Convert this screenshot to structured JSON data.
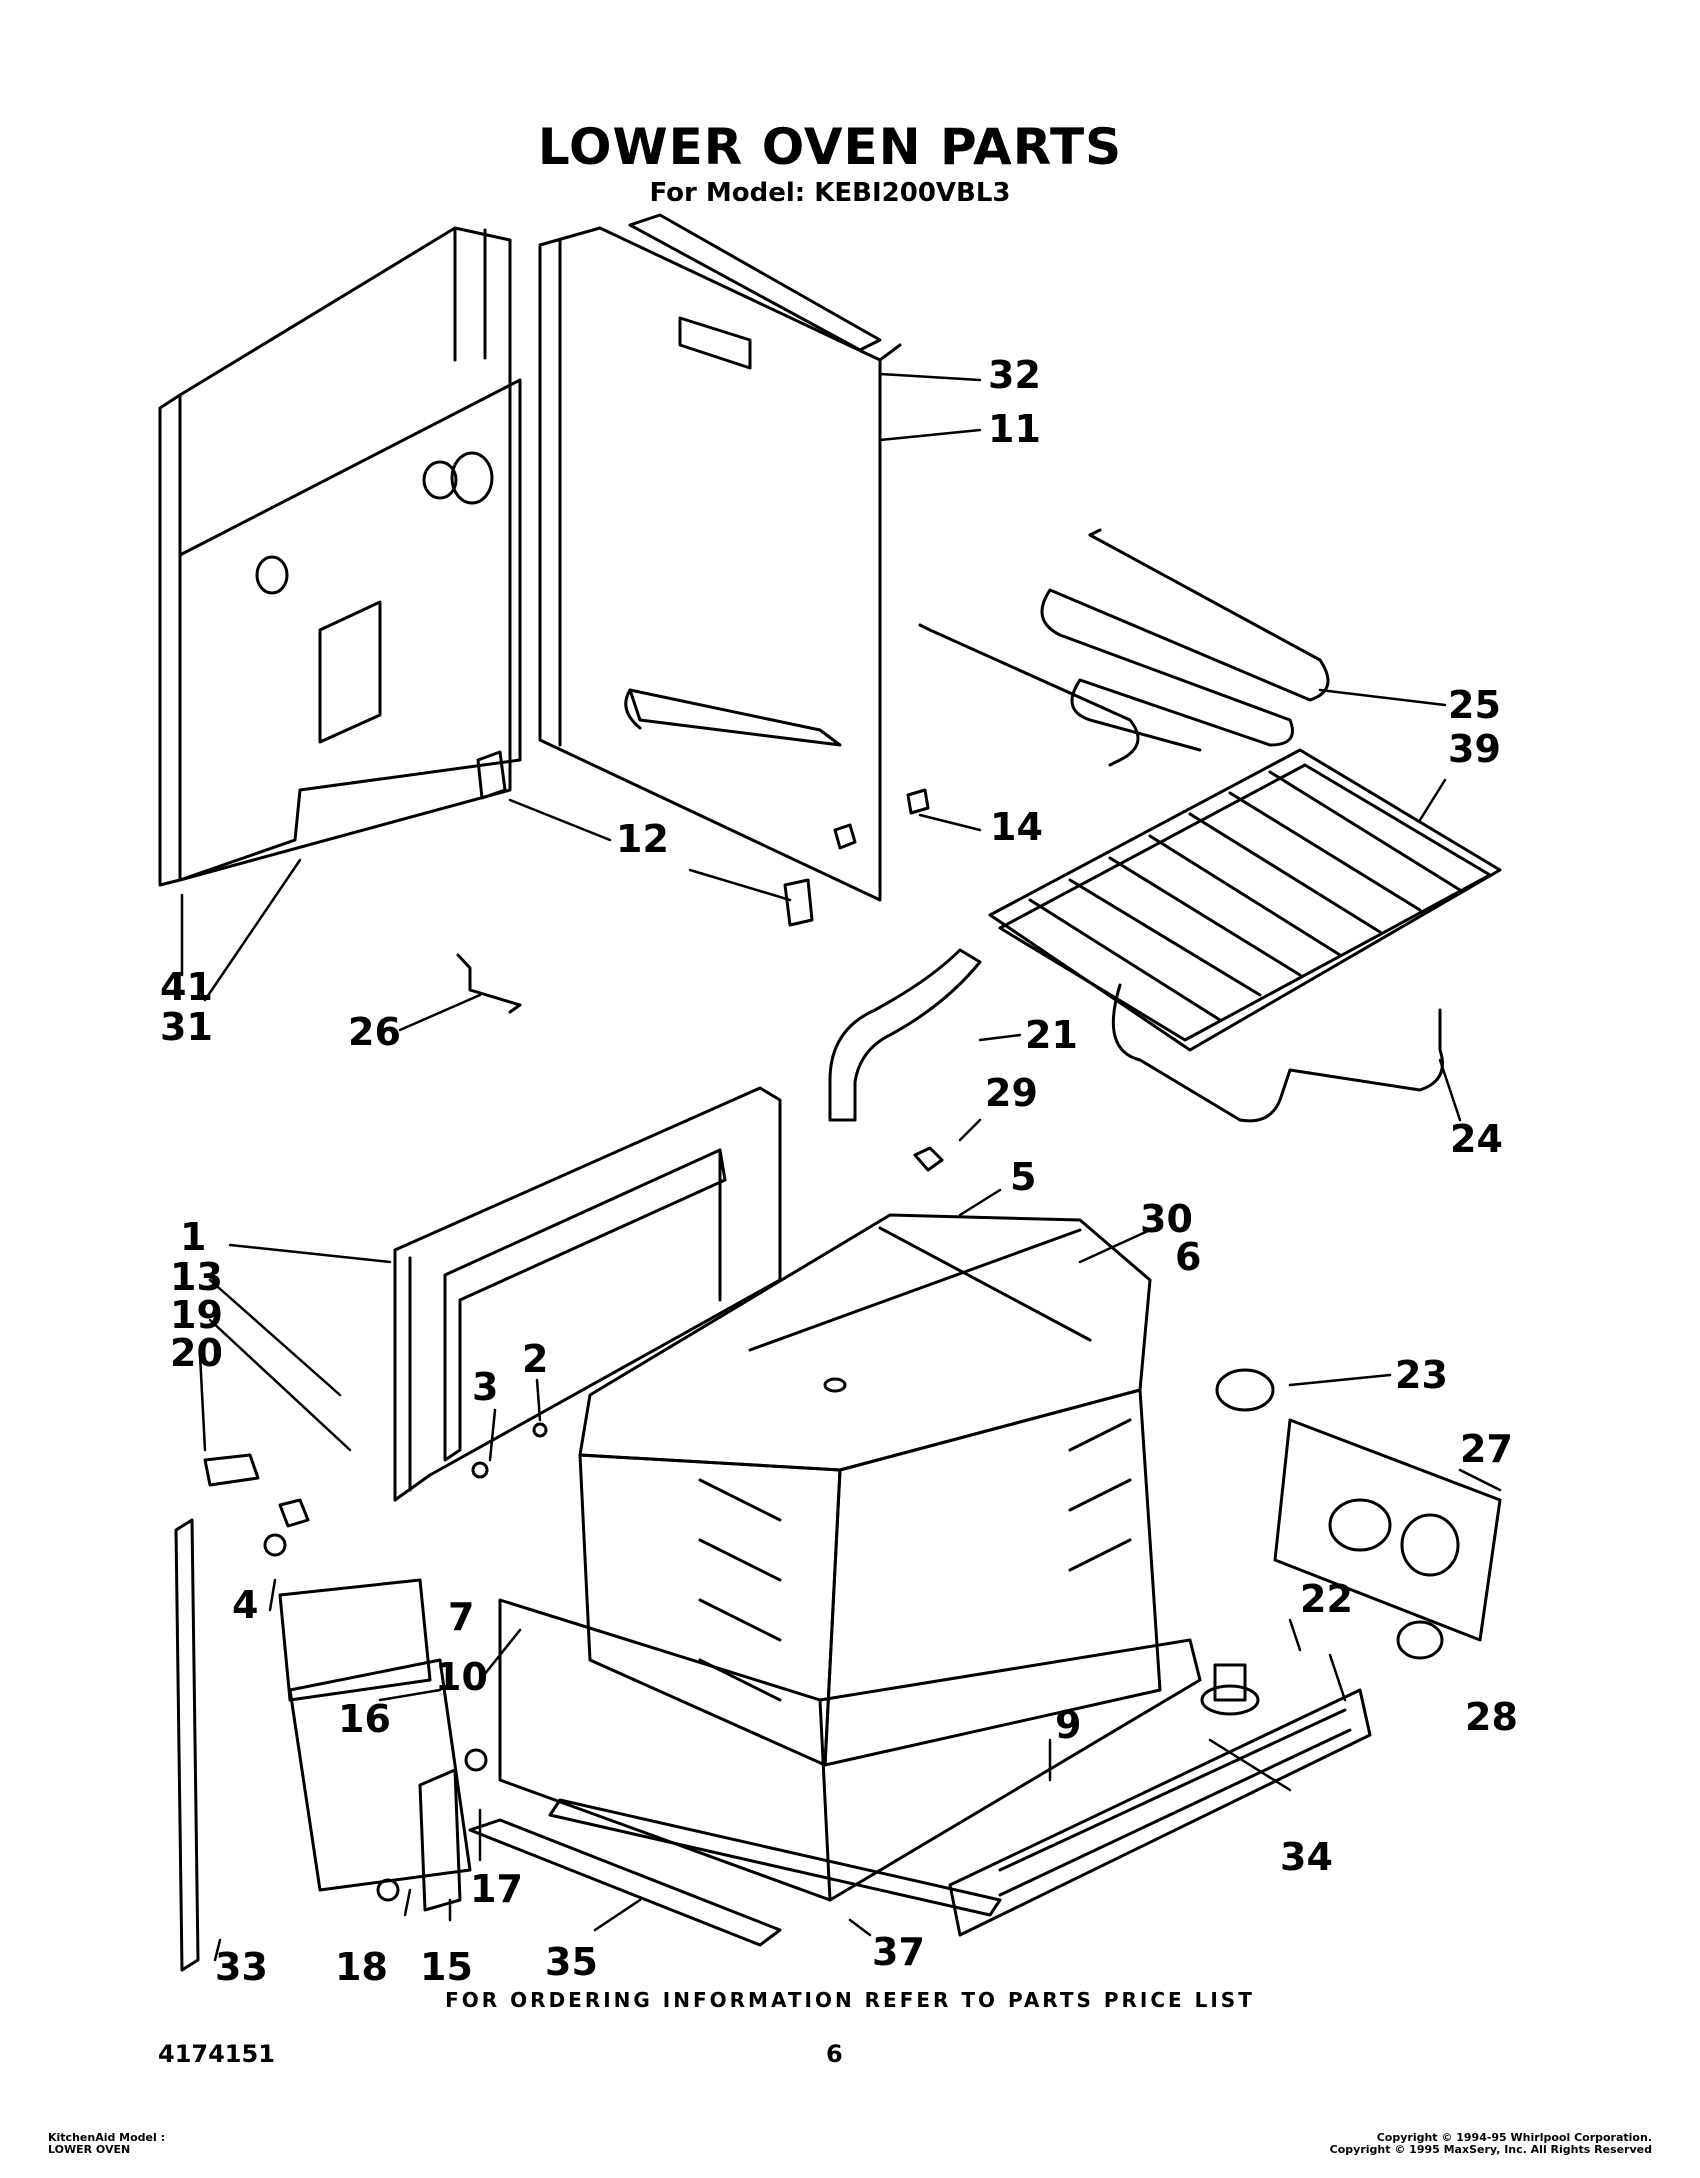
{
  "header": {
    "title": "LOWER OVEN PARTS",
    "subtitle": "For Model: KEBI200VBL3"
  },
  "callouts": [
    "1",
    "2",
    "3",
    "4",
    "5",
    "6",
    "7",
    "9",
    "10",
    "11",
    "12",
    "13",
    "14",
    "15",
    "16",
    "17",
    "18",
    "19",
    "20",
    "21",
    "22",
    "23",
    "24",
    "25",
    "26",
    "27",
    "28",
    "29",
    "30",
    "31",
    "32",
    "33",
    "34",
    "35",
    "37",
    "39",
    "41"
  ],
  "footer": {
    "ordering_note": "FOR ORDERING INFORMATION REFER TO PARTS PRICE LIST",
    "doc_number": "4174151",
    "page_number": "6",
    "meta_left": [
      "KitchenAid Model :",
      "LOWER OVEN"
    ],
    "meta_right": [
      "Copyright © 1994-95 Whirlpool Corporation.",
      "Copyright © 1995 MaxSery, Inc.  All Rights Reserved"
    ]
  }
}
